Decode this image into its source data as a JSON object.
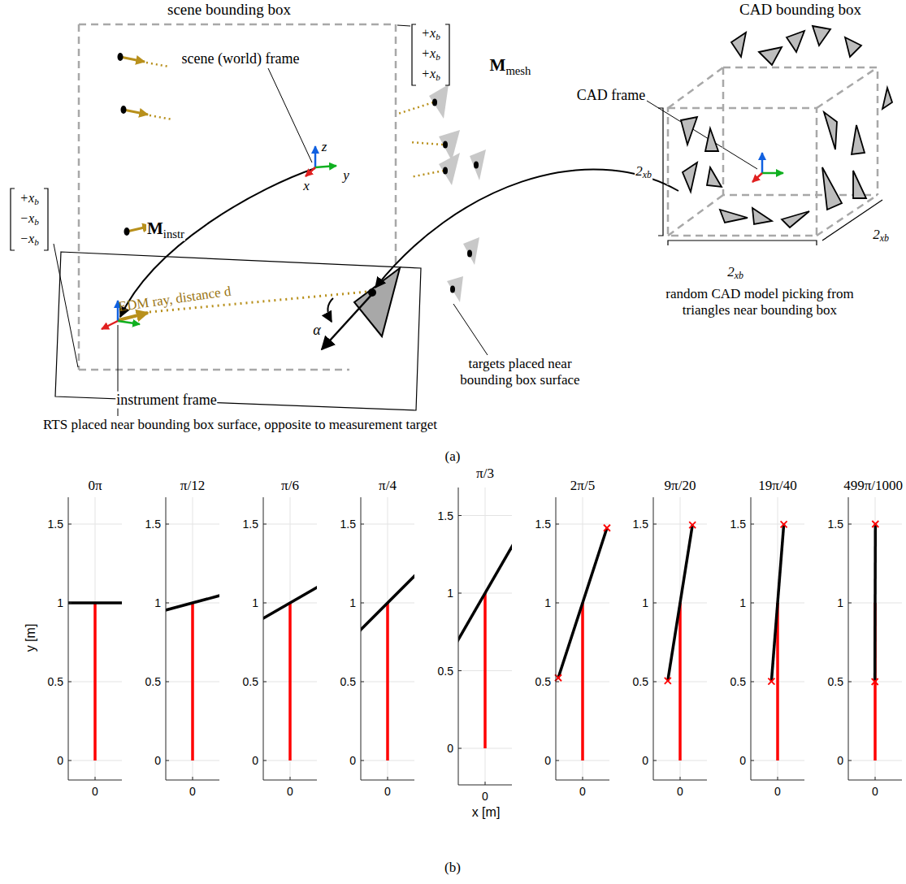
{
  "diagram": {
    "labels": [
      "scene bounding box",
      "scene (world) frame",
      "z",
      "x",
      "y",
      "+xb",
      "+xb",
      "+xb",
      "Minstr",
      "Mmesh",
      "+xb",
      "−xb",
      "−xb",
      "EDM ray, distance d",
      "α",
      "instrument frame",
      "targets placed near bounding box surface",
      "RTS placed near bounding box surface, opposite to measurement target",
      "CAD bounding box",
      "CAD frame",
      "2xb",
      "2xb",
      "2xb",
      "random CAD model picking from triangles near bounding box",
      "(a)",
      "0π",
      "1.5",
      "1",
      "0.5",
      "0",
      "0",
      "π/12",
      "1.5",
      "1",
      "0.5",
      "0",
      "0",
      "π/6",
      "1.5",
      "1",
      "0.5",
      "0",
      "0",
      "π/4",
      "1.5",
      "1",
      "0.5",
      "0",
      "0",
      "π/3",
      "1.5",
      "1",
      "0.5",
      "0",
      "0",
      "2π/5",
      "1.5",
      "1",
      "0.5",
      "0",
      "0",
      "9π/20",
      "1.5",
      "1",
      "0.5",
      "0",
      "0",
      "19π/40",
      "1.5",
      "1",
      "0.5",
      "0",
      "0",
      "499π/1000",
      "1.5",
      "1",
      "0.5",
      "0",
      "0",
      "y [m]",
      "x [m]",
      "(b)"
    ]
  }
}
